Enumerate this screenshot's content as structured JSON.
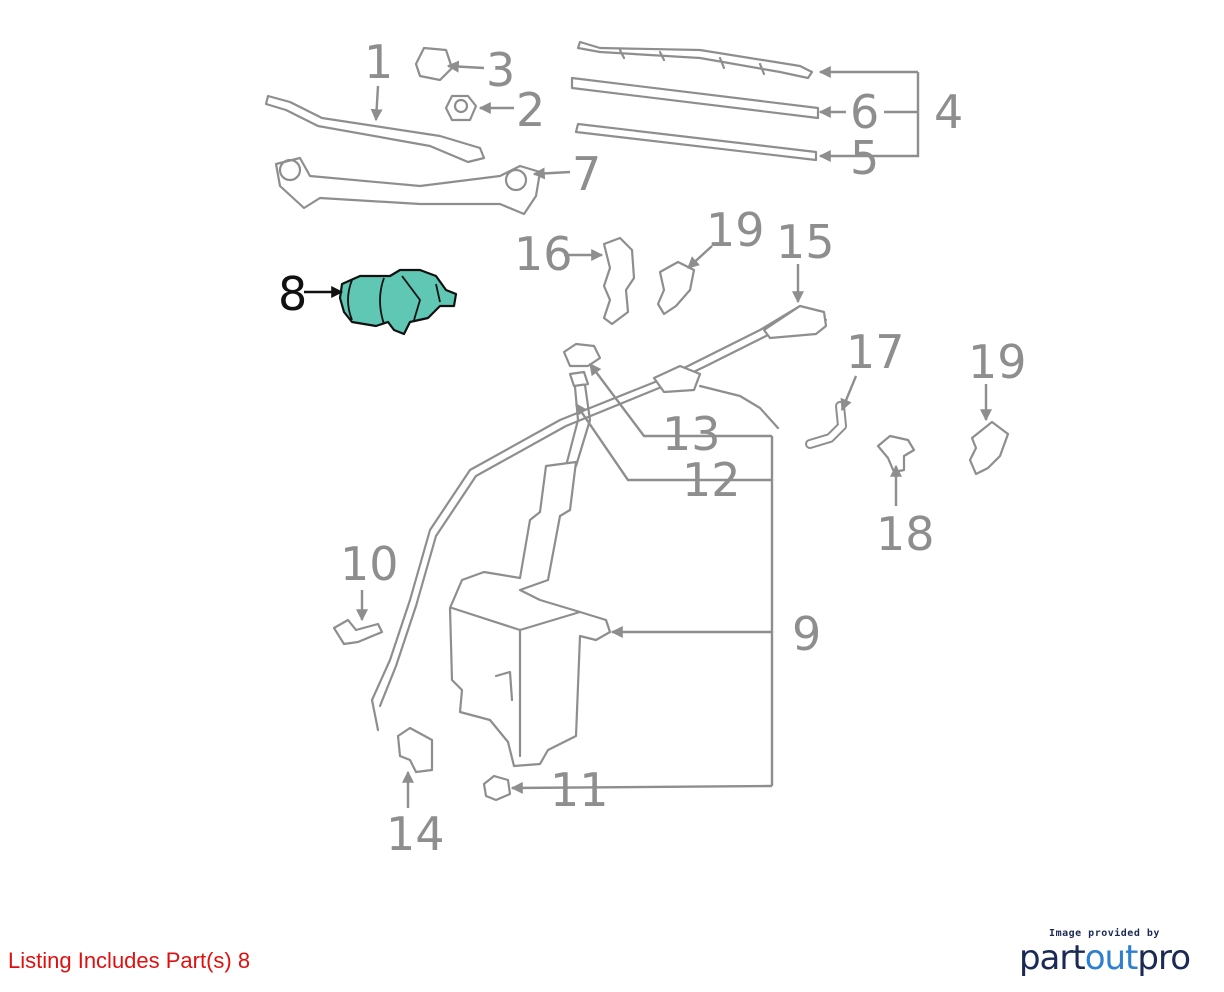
{
  "diagram": {
    "callouts": [
      {
        "id": "1",
        "label": "1"
      },
      {
        "id": "2",
        "label": "2"
      },
      {
        "id": "3",
        "label": "3"
      },
      {
        "id": "4",
        "label": "4"
      },
      {
        "id": "5",
        "label": "5"
      },
      {
        "id": "6",
        "label": "6"
      },
      {
        "id": "7",
        "label": "7"
      },
      {
        "id": "8",
        "label": "8",
        "highlighted": true
      },
      {
        "id": "9",
        "label": "9"
      },
      {
        "id": "10",
        "label": "10"
      },
      {
        "id": "11",
        "label": "11"
      },
      {
        "id": "12",
        "label": "12"
      },
      {
        "id": "13",
        "label": "13"
      },
      {
        "id": "14",
        "label": "14"
      },
      {
        "id": "15",
        "label": "15"
      },
      {
        "id": "16",
        "label": "16"
      },
      {
        "id": "17",
        "label": "17"
      },
      {
        "id": "18",
        "label": "18"
      },
      {
        "id": "19a",
        "label": "19"
      },
      {
        "id": "19b",
        "label": "19"
      }
    ],
    "colors": {
      "highlight_fill": "#5fc7b3",
      "part_stroke": "#8e8e8e",
      "listing_text": "#e01010",
      "brand": "#1b2a55",
      "brand_accent": "#2f7fd0"
    }
  },
  "listing_note": "Listing Includes Part(s) 8",
  "credit": {
    "caption": "Image provided by",
    "brand_part1": "part",
    "brand_part2": "out",
    "brand_part3": "pro"
  }
}
